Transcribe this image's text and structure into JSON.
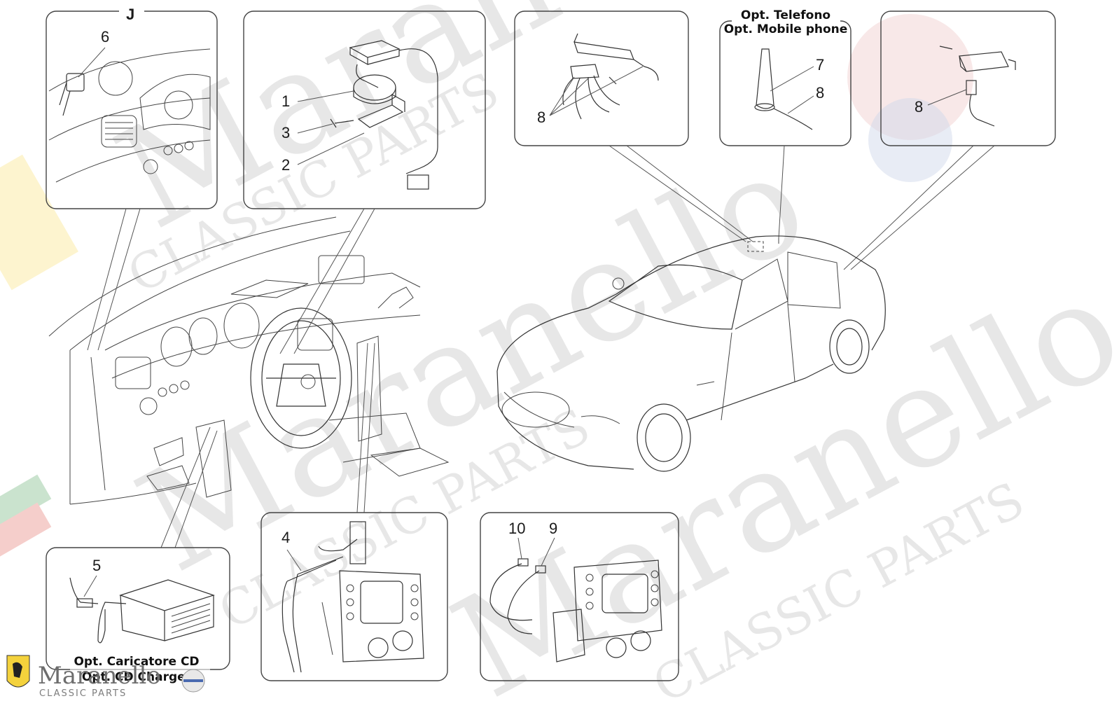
{
  "diagram": {
    "panel_letter": "J",
    "callouts": [
      "1",
      "2",
      "3",
      "4",
      "5",
      "6",
      "7",
      "8",
      "9",
      "10"
    ],
    "captions": {
      "telefono_it": "Opt. Telefono",
      "telefono_en": "Opt. Mobile phone",
      "caricatore_it": "Opt. Caricatore CD",
      "caricatore_en": "Opt. CD Charger"
    }
  },
  "branding": {
    "logo_name": "Maranello",
    "logo_sub": "CLASSIC PARTS",
    "watermark_words": [
      "Maranello",
      "CLASSIC PARTS"
    ]
  },
  "colors": {
    "line": "#333333",
    "watermark": "#bdbdbd",
    "badge_yellow": "#f4d23c"
  }
}
